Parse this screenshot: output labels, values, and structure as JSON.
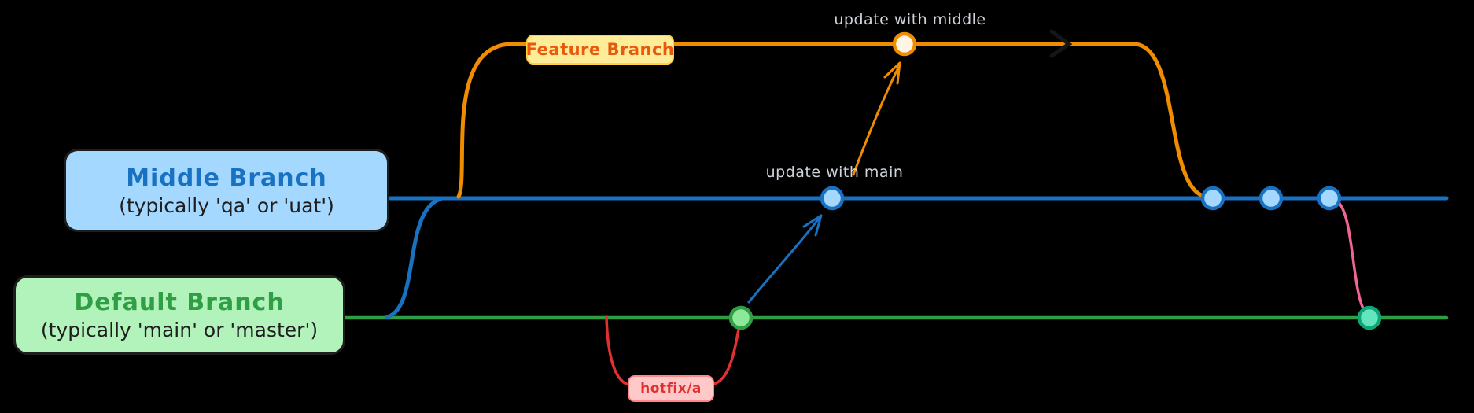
{
  "canvas": {
    "background": "#000000"
  },
  "branches": {
    "feature": {
      "label": "Feature Branch",
      "line_color": "#f08c00",
      "label_bg": "#ffec99",
      "label_text_color": "#e8590c",
      "commit_fill": "#fff4e6",
      "arrow_mark_color": "#161616"
    },
    "middle": {
      "title": "Middle Branch",
      "subtitle": "(typically 'qa' or 'uat')",
      "line_color": "#1971c2",
      "label_bg": "#a5d8ff",
      "title_color": "#1971c2",
      "subtitle_color": "#1e1e1e",
      "commit_fill": "#a5d8ff"
    },
    "default": {
      "title": "Default Branch",
      "subtitle": "(typically 'main' or 'master')",
      "line_color": "#2f9e44",
      "label_bg": "#b2f2bb",
      "title_color": "#2f9e44",
      "subtitle_color": "#1e1e1e",
      "commit_fill": "#8ce99a"
    },
    "hotfix": {
      "label": "hotfix/a",
      "line_color": "#e03131",
      "label_bg": "#ffc9c9",
      "label_text_color": "#e03131"
    },
    "merge_to_default": {
      "line_color": "#f06595",
      "commit_fill": "#63e6be",
      "commit_stroke": "#0ca678"
    }
  },
  "annotations": {
    "update_with_middle": {
      "text": "update with middle",
      "color": "#ced4da",
      "arrow_color": "#f08c00"
    },
    "update_with_main": {
      "text": "update with main",
      "color": "#ced4da",
      "arrow_color": "#1971c2"
    }
  }
}
